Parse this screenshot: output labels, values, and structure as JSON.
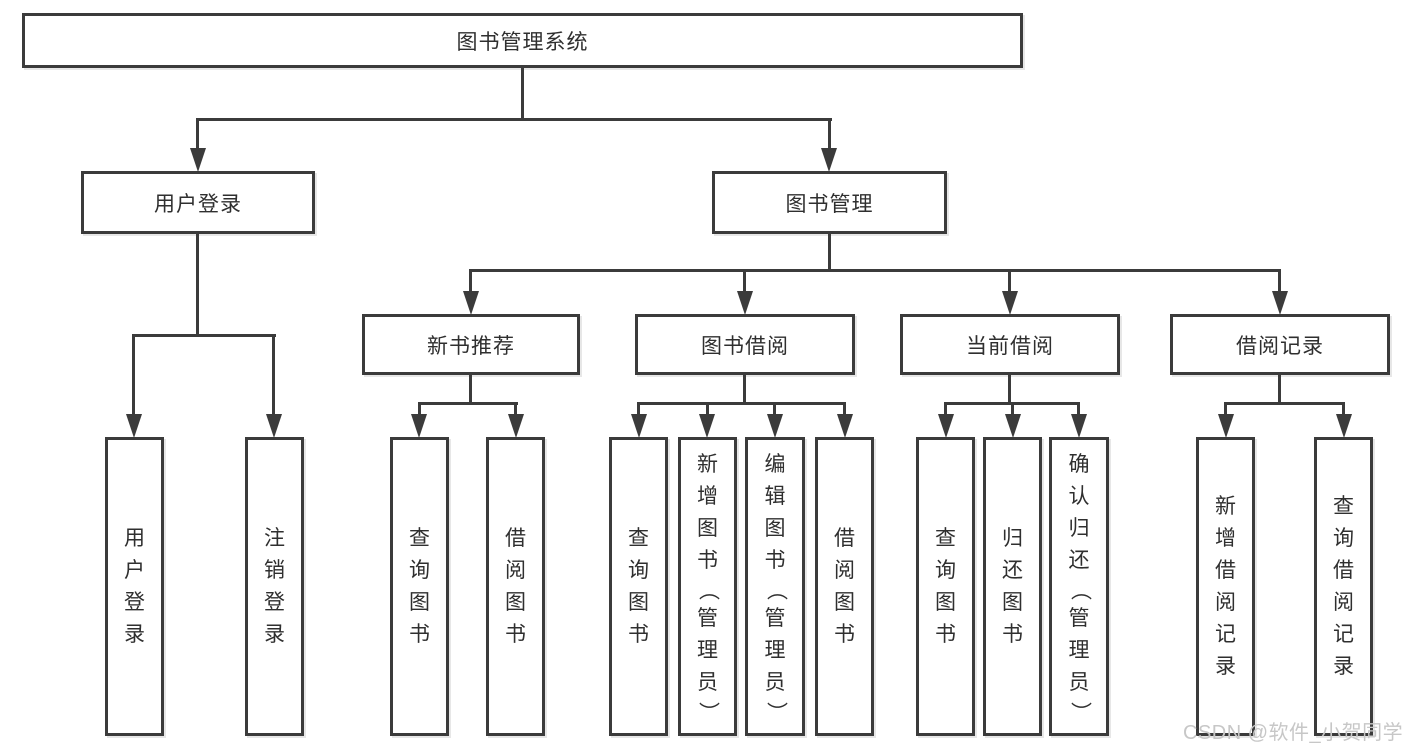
{
  "tree": {
    "root": {
      "label": "图书管理系统"
    },
    "branches": [
      {
        "label": "用户登录",
        "children": [
          {
            "label": "用户登录"
          },
          {
            "label": "注销登录"
          }
        ]
      },
      {
        "label": "图书管理",
        "children": [
          {
            "label": "新书推荐",
            "children": [
              {
                "label": "查询图书"
              },
              {
                "label": "借阅图书"
              }
            ]
          },
          {
            "label": "图书借阅",
            "children": [
              {
                "label": "查询图书"
              },
              {
                "label": "新增图书（管理员）"
              },
              {
                "label": "编辑图书（管理员）"
              },
              {
                "label": "借阅图书"
              }
            ]
          },
          {
            "label": "当前借阅",
            "children": [
              {
                "label": "查询图书"
              },
              {
                "label": "归还图书"
              },
              {
                "label": "确认归还（管理员）"
              }
            ]
          },
          {
            "label": "借阅记录",
            "children": [
              {
                "label": "新增借阅记录"
              },
              {
                "label": "查询借阅记录"
              }
            ]
          }
        ]
      }
    ]
  },
  "watermark": {
    "text": "CSDN @软件_小贺同学"
  },
  "colors": {
    "line": "#3b3b3b",
    "box_background": "#ffffff",
    "text": "#2f2f2f",
    "watermark": "#c7c7c7",
    "background": "#ffffff"
  }
}
